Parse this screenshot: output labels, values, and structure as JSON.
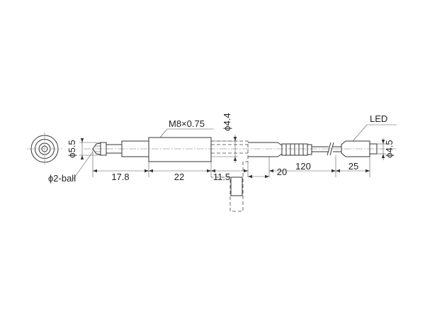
{
  "labels": {
    "ball_dia": "ϕ2-ball",
    "tip_dia": "ϕ5.5",
    "thread": "M8×0.75",
    "body_dia": "ϕ4.4",
    "led": "LED",
    "led_dia": "ϕ4.5"
  },
  "dimensions": {
    "d1": "17.8",
    "d2": "22",
    "d3": "11.5",
    "d4": "20",
    "d5": "120",
    "d6": "25"
  }
}
